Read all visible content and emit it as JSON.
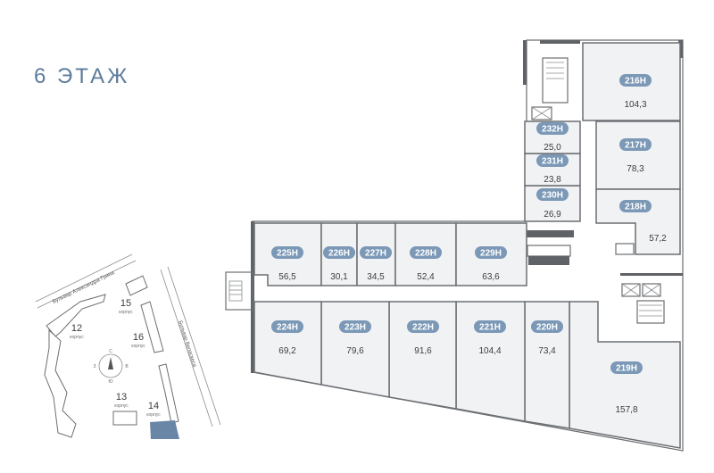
{
  "floor_title": "6 ЭТАЖ",
  "accent_color": "#7b98b6",
  "rooms": {
    "r216": {
      "id": "216Н",
      "area": "104,3"
    },
    "r217": {
      "id": "217Н",
      "area": "78,3"
    },
    "r218": {
      "id": "218Н",
      "area": "57,2"
    },
    "r219": {
      "id": "219Н",
      "area": "157,8"
    },
    "r220": {
      "id": "220Н",
      "area": "73,4"
    },
    "r221": {
      "id": "221Н",
      "area": "104,4"
    },
    "r222": {
      "id": "222Н",
      "area": "91,6"
    },
    "r223": {
      "id": "223Н",
      "area": "79,6"
    },
    "r224": {
      "id": "224Н",
      "area": "69,2"
    },
    "r225": {
      "id": "225Н",
      "area": "56,5"
    },
    "r226": {
      "id": "226Н",
      "area": "30,1"
    },
    "r227": {
      "id": "227Н",
      "area": "34,5"
    },
    "r228": {
      "id": "228Н",
      "area": "52,4"
    },
    "r229": {
      "id": "229Н",
      "area": "63,6"
    },
    "r230": {
      "id": "230Н",
      "area": "26,9"
    },
    "r231": {
      "id": "231Н",
      "area": "23,8"
    },
    "r232": {
      "id": "232Н",
      "area": "25,0"
    }
  },
  "site_map": {
    "streets": [
      "Бульвар Александра Грина",
      "Бульвар Веласкеса"
    ],
    "buildings": [
      {
        "number": "12",
        "label": "корпус"
      },
      {
        "number": "13",
        "label": "корпус"
      },
      {
        "number": "14",
        "label": "корпус"
      },
      {
        "number": "15",
        "label": "корпус"
      },
      {
        "number": "16",
        "label": "корпус"
      }
    ],
    "compass": {
      "n": "С",
      "s": "Ю",
      "w": "З",
      "e": "В"
    },
    "highlight_color": "#6a86a6"
  }
}
